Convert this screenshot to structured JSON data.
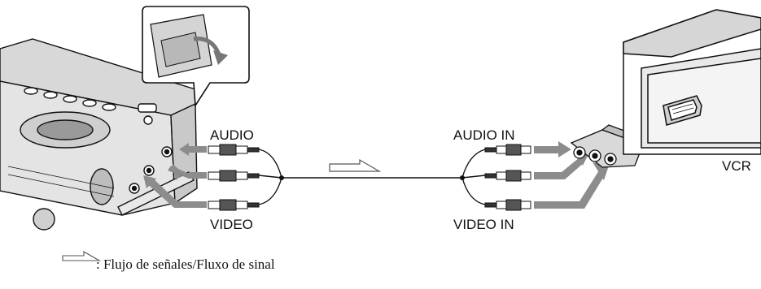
{
  "labels": {
    "audio": "AUDIO",
    "video": "VIDEO",
    "audio_in": "AUDIO IN",
    "video_in": "VIDEO IN",
    "vcr": "VCR"
  },
  "legend": {
    "text": ": Flujo de señales/Fluxo de sinal"
  },
  "icons": {
    "signal_flow": "hollow-arrow-icon",
    "camcorder": "camcorder-illustration",
    "vcr": "vcr-illustration",
    "scart_adapter": "scart-adapter-illustration"
  },
  "colors": {
    "line": "#111111",
    "device_fill": "#e6e6e6",
    "device_dark": "#8a8a8a",
    "arrow": "#8c8c8c"
  }
}
